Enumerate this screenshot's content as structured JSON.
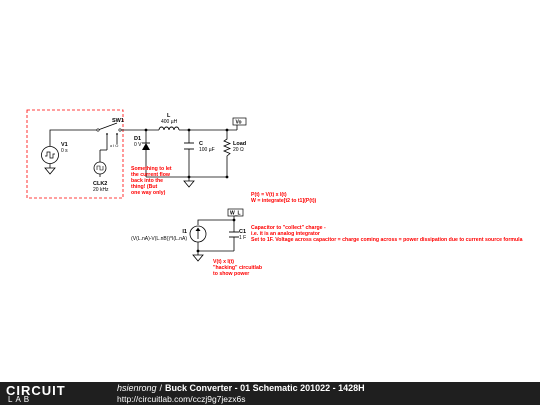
{
  "colors": {
    "wire": "#000000",
    "annotation": "#ff0000",
    "dashed_box": "#ff0000",
    "footer_bg": "#1f1f1f",
    "accent": "#f5c400"
  },
  "components": {
    "v1": {
      "name": "V1",
      "value": "0 s"
    },
    "sw1": {
      "name": "SW1"
    },
    "clk2": {
      "name": "CLK2",
      "value": "20 kHz"
    },
    "d1": {
      "name": "D1",
      "value": "0 V"
    },
    "l": {
      "name": "L",
      "value": "400 µH"
    },
    "c": {
      "name": "C",
      "value": "100 µF"
    },
    "load": {
      "name": "Load",
      "value": "20 Ω"
    },
    "vo": {
      "label": "Vo"
    },
    "i1": {
      "name": "I1",
      "expr": "(V(L.nA)-V(L.nB))*I(L.nA)"
    },
    "c1": {
      "name": "C1",
      "value": "1 F"
    },
    "wl": {
      "label": "W_L"
    }
  },
  "annotations": {
    "diode_note": [
      "Something to let",
      "the current flow",
      "back into the",
      "thing! (But",
      "one way only)"
    ],
    "power_formula": [
      "P(t) = V(t) x I(t)",
      "W = integrate[t2 to t1](P(t))"
    ],
    "capacitor_note": [
      "Capacitor to \"collect\" charge -",
      "i.e. it is an analog integrator",
      "Set to 1F. Voltage across capacitor = charge coming across = power dissipation due to current source formula"
    ],
    "hacking_note": [
      "V(t) x I(t)",
      "\"hacking\" circuitlab",
      "to show power"
    ]
  },
  "footer": {
    "logo_top": "CIRCUIT",
    "logo_bottom": "LAB",
    "author": "hsienrong",
    "separator": "/",
    "title": "Buck Converter - 01 Schematic 201022 - 1428H",
    "url": "http://circuitlab.com/cczj9g7jezx6s"
  }
}
